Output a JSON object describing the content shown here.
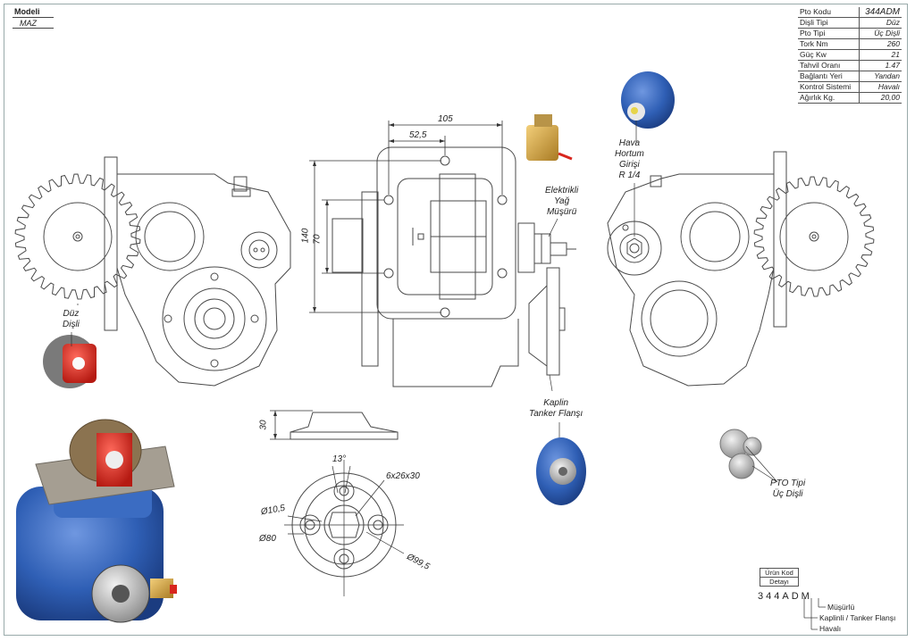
{
  "model": {
    "header": "Modeli",
    "value": "MAZ"
  },
  "specs": [
    {
      "label": "Pto Kodu",
      "value": "344ADM"
    },
    {
      "label": "Dişli Tipi",
      "value": "Düz"
    },
    {
      "label": "Pto Tipi",
      "value": "Üç Dişli"
    },
    {
      "label": "Tork Nm",
      "value": "260"
    },
    {
      "label": "Güç Kw",
      "value": "21"
    },
    {
      "label": "Tahvil Oranı",
      "value": "1.47"
    },
    {
      "label": "Bağlantı Yeri",
      "value": "Yandan"
    },
    {
      "label": "Kontrol Sistemi",
      "value": "Havalı"
    },
    {
      "label": "Ağırlık Kg.",
      "value": "20,00"
    }
  ],
  "labels": {
    "duz_disli": [
      "Düz",
      "Dişli"
    ],
    "hava": [
      "Hava",
      "Hortum",
      "Girişi",
      "R 1/4"
    ],
    "elektrikli": [
      "Elektrikli",
      "Yağ",
      "Müşürü"
    ],
    "kaplin": [
      "Kaplin",
      "Tanker Flanşı"
    ],
    "pto_tipi": [
      "PTO Tipi",
      "Üç Dişli"
    ]
  },
  "dimensions": {
    "d105": "105",
    "d52": "52,5",
    "d140": "140",
    "d70": "70",
    "d30": "30",
    "d13": "13°",
    "spline": "6x26x30",
    "phi105": "Ø10,5",
    "phi80": "Ø80",
    "phi99": "Ø99,5"
  },
  "code_detail": {
    "title_line1": "Ürün Kod",
    "title_line2": "Detayı",
    "chars": "344ADM",
    "legend": [
      "Müşürlü",
      "Kaplinli / Tanker Flanşı",
      "Havalı"
    ]
  },
  "colors": {
    "pto_blue": "#2f5fb5",
    "gear_red": "#d8261e",
    "line": "#4a4a4a"
  }
}
